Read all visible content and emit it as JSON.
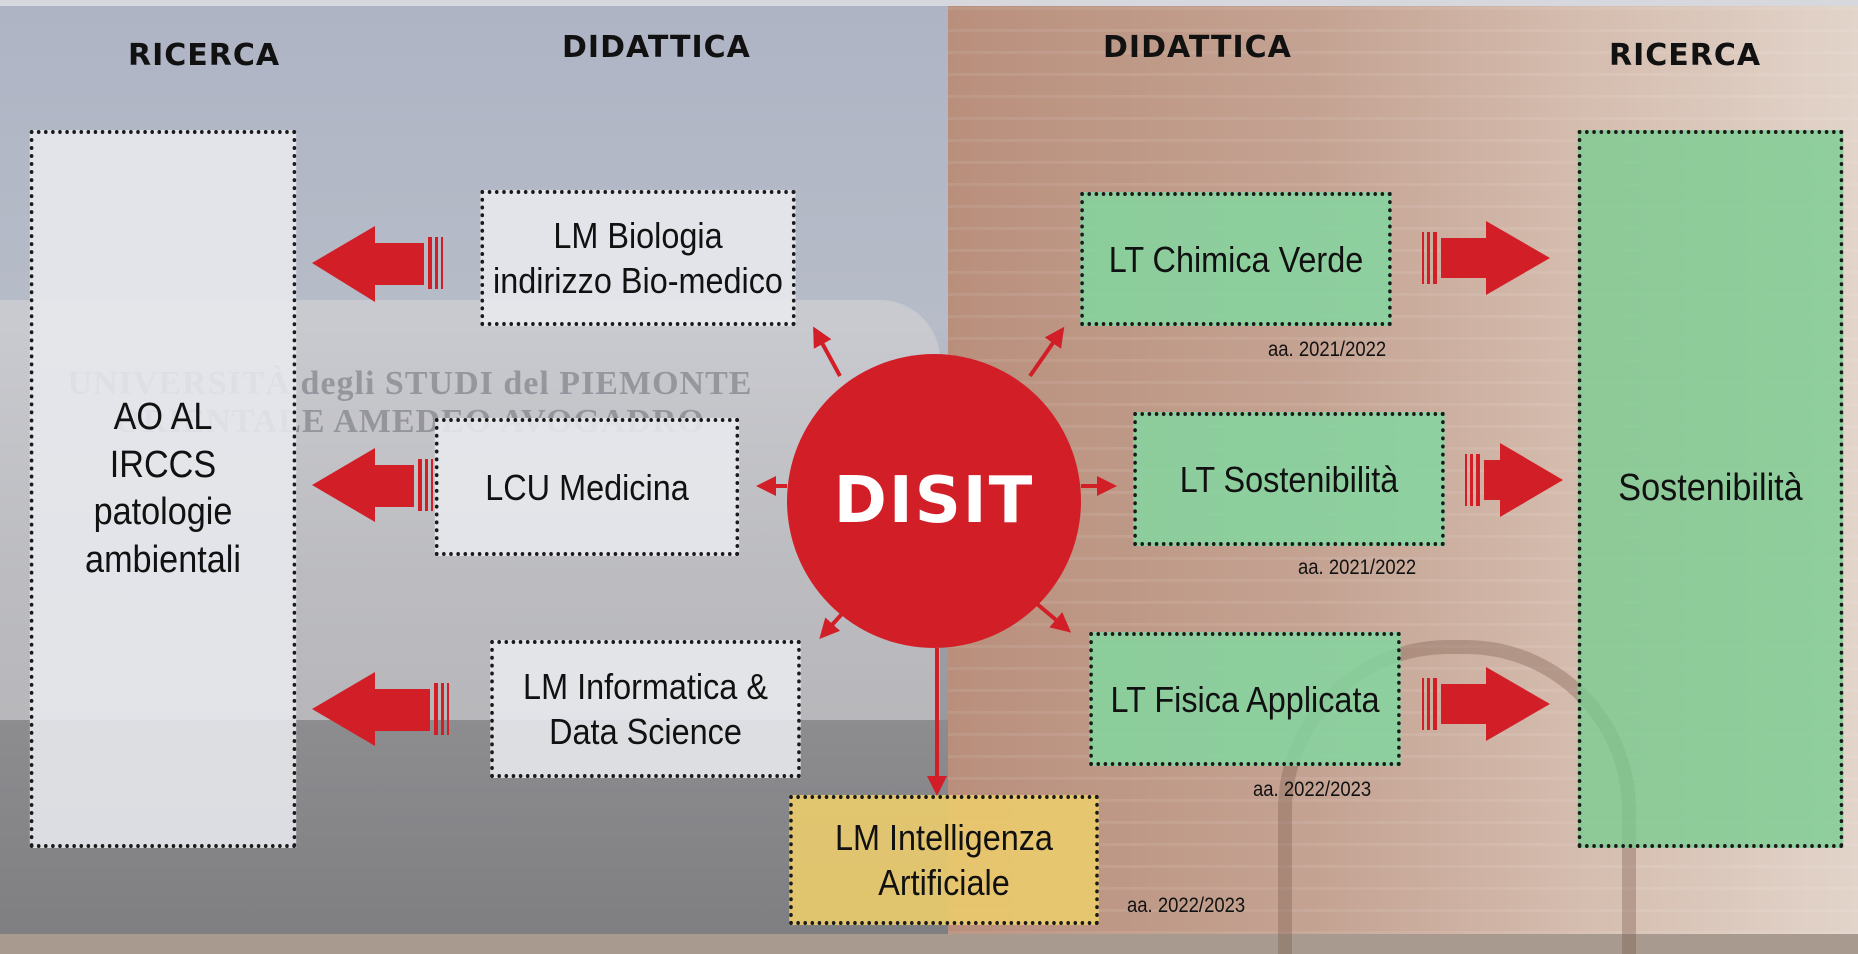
{
  "headings": {
    "left_ricerca": "RICERCA",
    "left_didattica": "DIDATTICA",
    "right_didattica": "DIDATTICA",
    "right_ricerca": "RICERCA"
  },
  "background_sign": "UNIVERSITÀ degli STUDI del PIEMONTE ORIENTALE AMEDEO AVOGADRO",
  "left_research": [
    "AO AL",
    "IRCCS",
    "patologie",
    "ambientali"
  ],
  "center": "DISIT",
  "left_courses": [
    {
      "lines": [
        "LM Biologia",
        "indirizzo Bio-medico"
      ]
    },
    {
      "lines": [
        "LCU Medicina"
      ]
    },
    {
      "lines": [
        "LM Informatica &",
        "Data Science"
      ]
    }
  ],
  "bottom_course": {
    "lines": [
      "LM Intelligenza",
      "Artificiale"
    ],
    "year": "aa. 2022/2023"
  },
  "right_courses": [
    {
      "lines": [
        "LT Chimica Verde"
      ],
      "year": "aa. 2021/2022"
    },
    {
      "lines": [
        "LT Sostenibilità"
      ],
      "year": "aa. 2021/2022"
    },
    {
      "lines": [
        "LT Fisica Applicata"
      ],
      "year": "aa. 2022/2023"
    }
  ],
  "right_research": "Sostenibilità",
  "colors": {
    "accent_red": "#d21f27",
    "green_box": "#84d6a0",
    "gold_box": "#e9ca6c",
    "grey_box": "#e8e9ee"
  }
}
